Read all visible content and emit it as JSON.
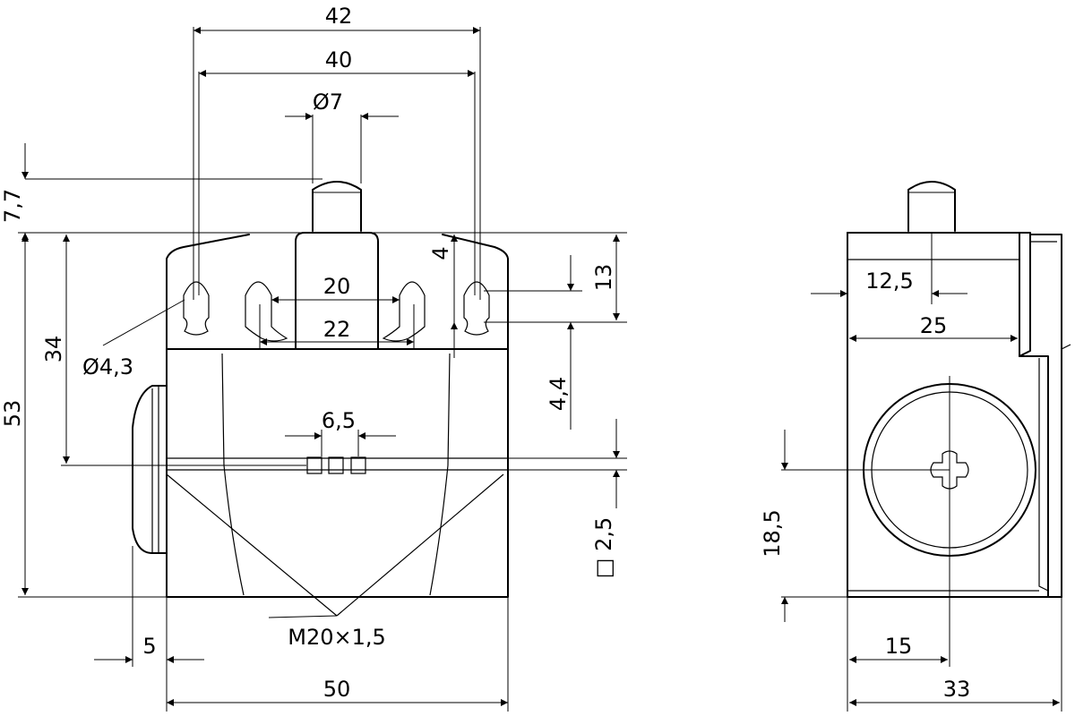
{
  "colors": {
    "ink": "#000000",
    "paper": "#ffffff"
  },
  "front_view": {
    "dims": {
      "width_42": "42",
      "width_40": "40",
      "plunger_dia": "Ø7",
      "plunger_height": "7,7",
      "height_53": "53",
      "height_34": "34",
      "hole_dia": "Ø4,3",
      "slot_20": "20",
      "slot_22": "22",
      "dim_4": "4",
      "dim_13": "13",
      "dim_4_4": "4,4",
      "dim_6_5": "6,5",
      "square_2_5": "□ 2,5",
      "thread": "M20×1,5",
      "flange_5": "5",
      "width_50": "50"
    }
  },
  "side_view": {
    "dims": {
      "dim_12_5": "12,5",
      "dim_25": "25",
      "dim_18_5": "18,5",
      "dim_15": "15",
      "width_33": "33"
    }
  }
}
